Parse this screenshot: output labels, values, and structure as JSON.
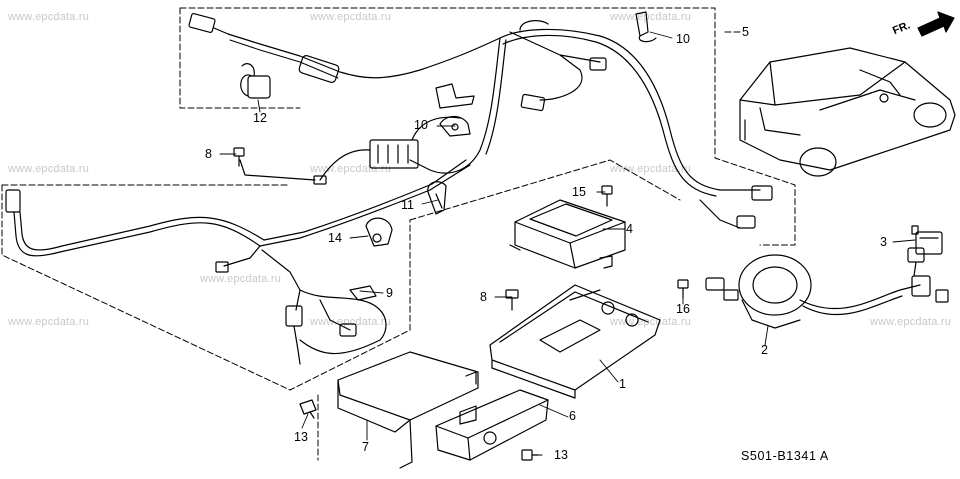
{
  "watermark": "www.epcdata.ru",
  "diagram_code": "S501-B1341 A",
  "direction_label": "FR.",
  "callouts": [
    "1",
    "2",
    "3",
    "4",
    "5",
    "6",
    "7",
    "8",
    "8",
    "9",
    "10",
    "10",
    "11",
    "12",
    "13",
    "13",
    "14",
    "15",
    "16"
  ],
  "colors": {
    "line": "#000000",
    "watermark": "#c8c8c8",
    "background": "#ffffff"
  }
}
